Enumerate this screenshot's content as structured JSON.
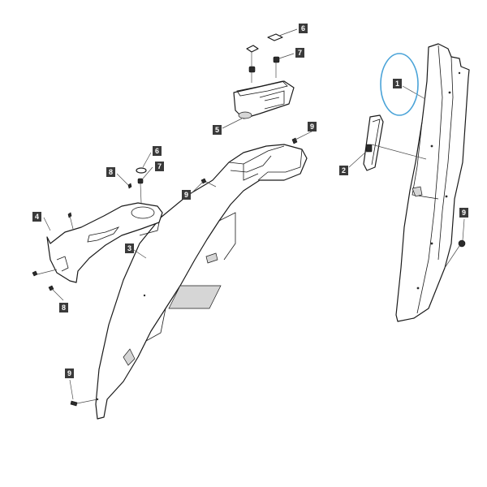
{
  "diagram": {
    "highlight_color": "#4aa3d8",
    "highlighted_part": "1",
    "callouts": [
      {
        "id": "c1",
        "label": "1"
      },
      {
        "id": "c2",
        "label": "2"
      },
      {
        "id": "c3",
        "label": "3"
      },
      {
        "id": "c4",
        "label": "4"
      },
      {
        "id": "c5",
        "label": "5"
      },
      {
        "id": "c6a",
        "label": "6"
      },
      {
        "id": "c6b",
        "label": "6"
      },
      {
        "id": "c7a",
        "label": "7"
      },
      {
        "id": "c7b",
        "label": "7"
      },
      {
        "id": "c8a",
        "label": "8"
      },
      {
        "id": "c8b",
        "label": "8"
      },
      {
        "id": "c9a",
        "label": "9"
      },
      {
        "id": "c9b",
        "label": "9"
      },
      {
        "id": "c9c",
        "label": "9"
      },
      {
        "id": "c9d",
        "label": "9"
      }
    ]
  }
}
